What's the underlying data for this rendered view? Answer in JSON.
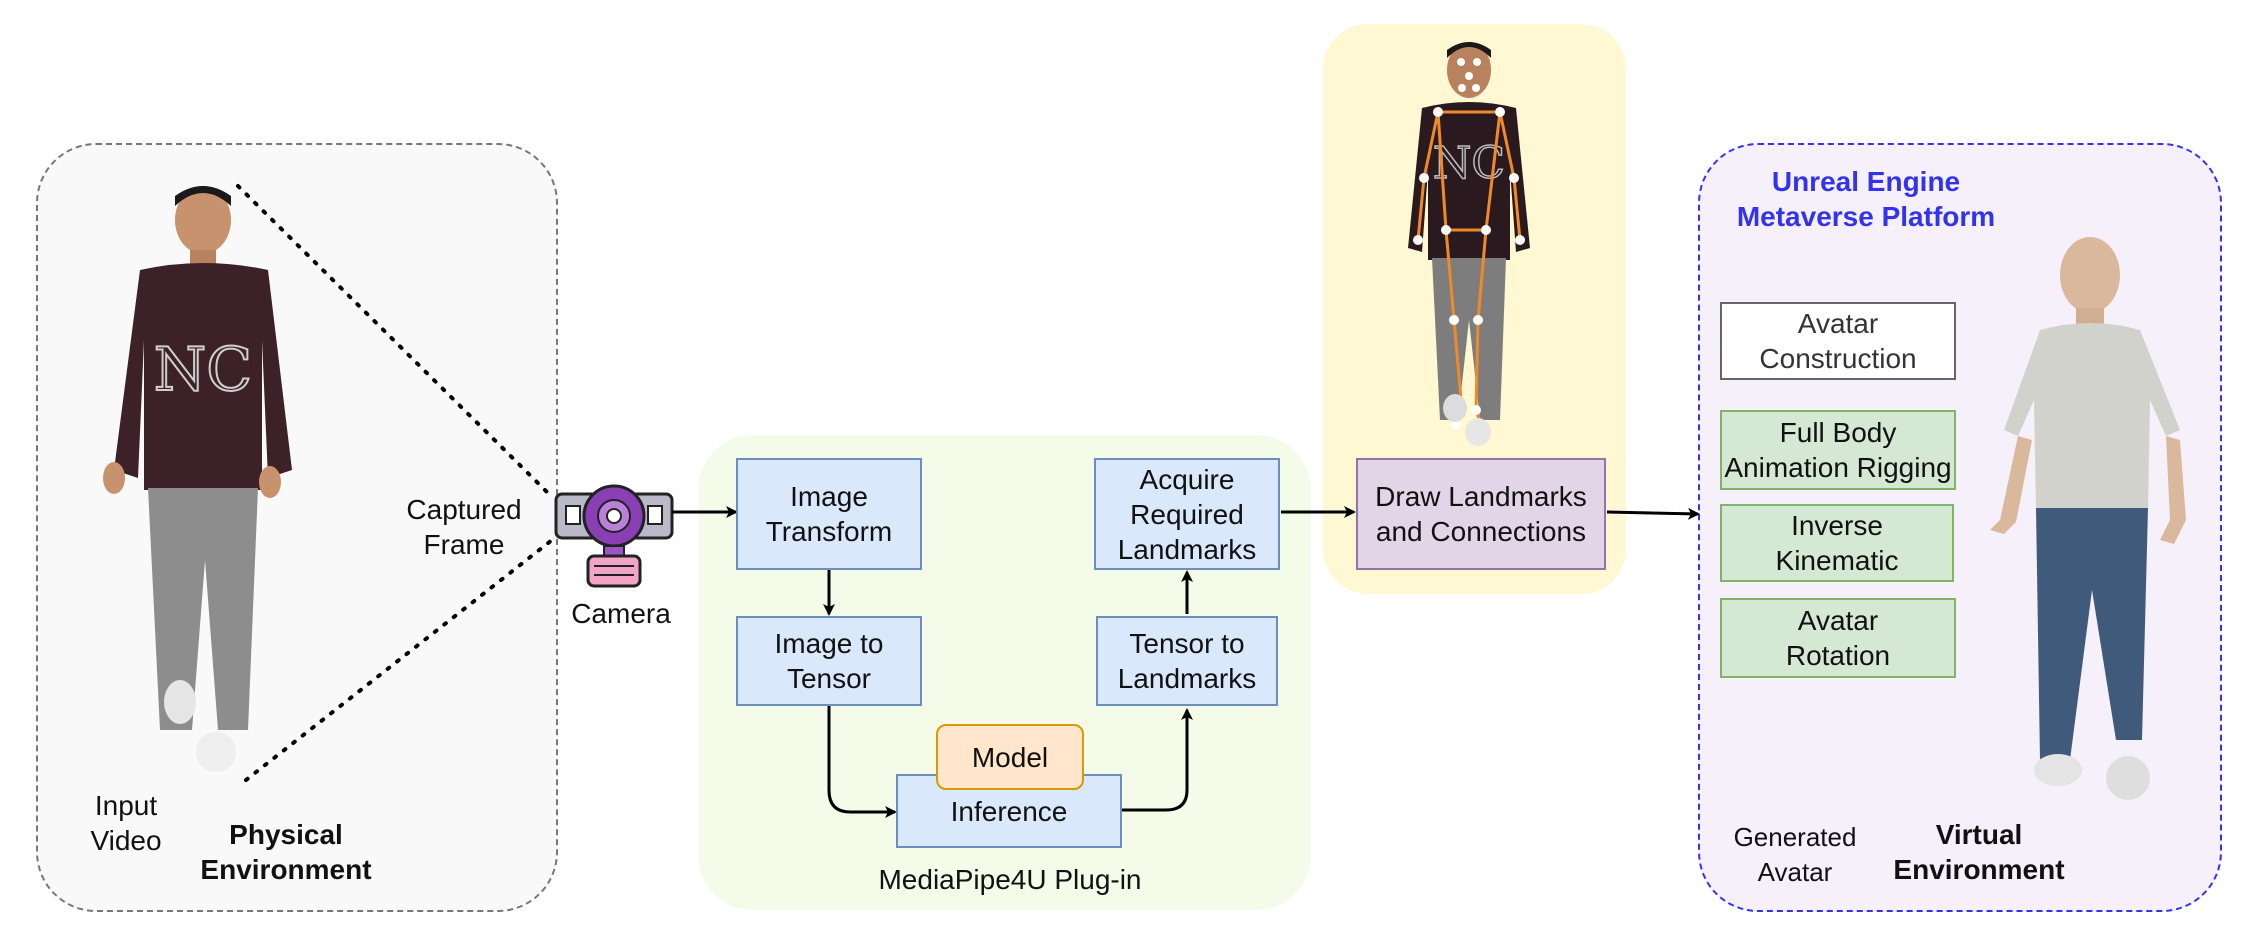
{
  "physical": {
    "input_video_label": "Input\nVideo",
    "env_label": "Physical\nEnvironment",
    "captured_frame_label": "Captured\nFrame",
    "camera_label": "Camera"
  },
  "mediapipe": {
    "plugin_label": "MediaPipe4U Plug-in",
    "image_transform": "Image\nTransform",
    "image_to_tensor": "Image to\nTensor",
    "model": "Model",
    "inference": "Inference",
    "tensor_to_landmarks": "Tensor to\nLandmarks",
    "acquire_landmarks": "Acquire\nRequired\nLandmarks"
  },
  "landmarks": {
    "draw_label": "Draw Landmarks\nand Connections"
  },
  "virtual": {
    "platform_title": "Unreal Engine\nMetaverse Platform",
    "avatar_construction": "Avatar\nConstruction",
    "full_body_rigging": "Full Body\nAnimation Rigging",
    "inverse_kinematic": "Inverse\nKinematic",
    "avatar_rotation": "Avatar\nRotation",
    "generated_avatar_label": "Generated\nAvatar",
    "env_label": "Virtual\nEnvironment"
  },
  "colors": {
    "platform_title": "#3333ee",
    "mediapipe_bg": "#f4fbe9",
    "landmark_bg": "#fff8d2",
    "virtual_bg": "#f6f0fb",
    "physical_bg": "#f9f9f9"
  }
}
